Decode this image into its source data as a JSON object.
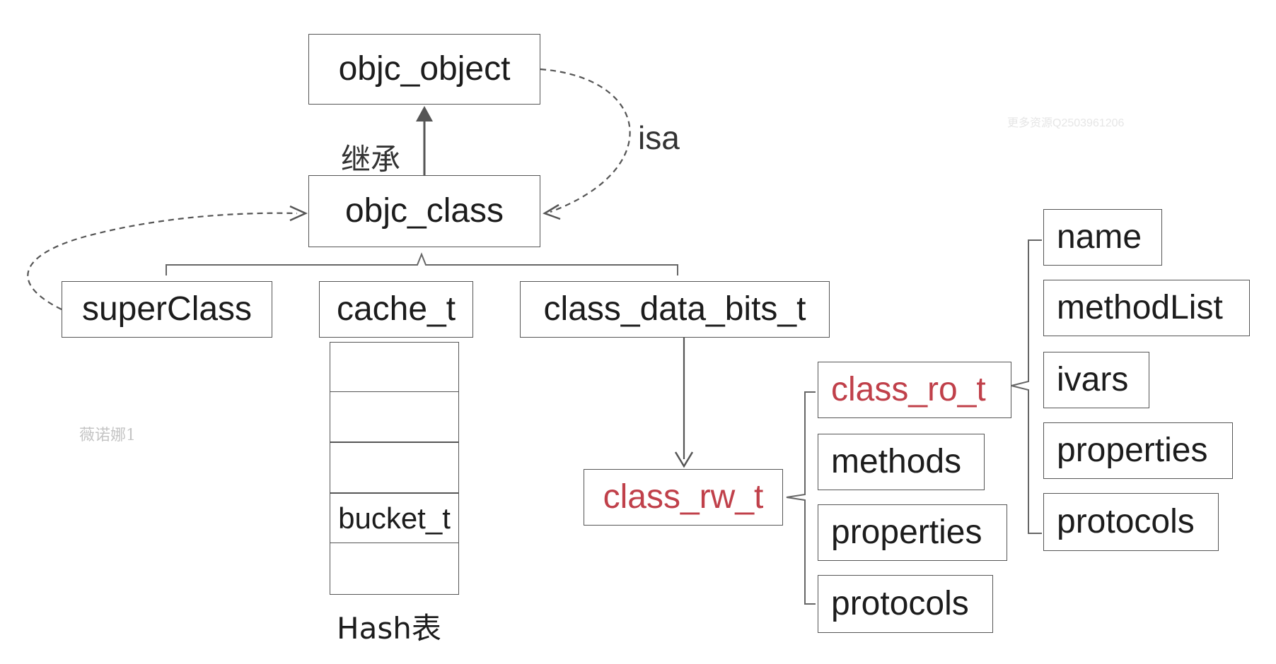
{
  "nodes": {
    "objc_object": "objc_object",
    "objc_class": "objc_class",
    "superClass": "superClass",
    "cache_t": "cache_t",
    "class_data_bits_t": "class_data_bits_t",
    "class_rw_t": "class_rw_t",
    "class_ro_t": "class_ro_t",
    "rw_methods": "methods",
    "rw_properties": "properties",
    "rw_protocols": "protocols",
    "ro_name": "name",
    "ro_methodList": "methodList",
    "ro_ivars": "ivars",
    "ro_properties": "properties",
    "ro_protocols": "protocols"
  },
  "hash_table": {
    "cells": [
      "",
      "",
      "",
      "bucket_t",
      ""
    ],
    "caption": "Hash表"
  },
  "edge_labels": {
    "inherit": "继承",
    "isa": "isa"
  },
  "watermarks": {
    "left": "薇诺娜1",
    "right": "更多资源Q2503961206"
  },
  "colors": {
    "border": "#555555",
    "text": "#1c1c1c",
    "highlight": "#c0404a",
    "line": "#555555"
  }
}
